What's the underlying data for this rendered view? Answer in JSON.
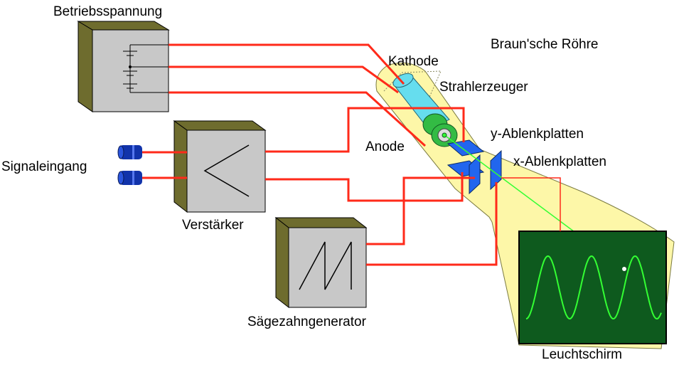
{
  "labels": {
    "power_supply": "Betriebsspannung",
    "tube": "Braun'sche Röhre",
    "cathode": "Kathode",
    "beam_generator": "Strahlerzeuger",
    "anode": "Anode",
    "y_plates": "y-Ablenkplatten",
    "x_plates": "x-Ablenkplatten",
    "signal_input": "Signaleingang",
    "amplifier": "Verstärker",
    "sawtooth_generator": "Sägezahngenerator",
    "screen": "Leuchtschirm"
  },
  "colors": {
    "wire": "#ff2a1a",
    "box_front": "#c8c8c8",
    "box_side": "#6e6c2e",
    "tube_glass": "#fdf7a8",
    "cathode": "#66ddee",
    "electrode": "#33bb44",
    "plate": "#2266ee",
    "screen": "#0e5a1e",
    "trace": "#33ff33",
    "connector": "#1133aa"
  },
  "icons": {
    "power": "battery-symbol-icon",
    "amplifier": "amplifier-triangle-icon",
    "sawtooth": "sawtooth-wave-icon",
    "trace": "sine-wave-trace",
    "connector": "bnc-connector-icon"
  }
}
